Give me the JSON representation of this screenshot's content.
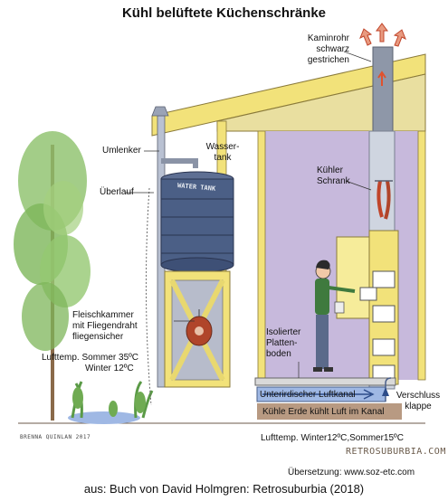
{
  "title": "Kühl belüftete Küchenschränke",
  "labels": {
    "kaminrohr": [
      "Kaminrohr",
      "schwarz",
      "gestrichen"
    ],
    "umlenker": "Umlenker",
    "wassertank": [
      "Wasser-",
      "tank"
    ],
    "ueberlauf": "Überlauf",
    "kuehler_schrank": [
      "Kühler",
      "Schrank"
    ],
    "fleischkammer": [
      "Fleischkammer",
      "mit Fliegendraht",
      "fliegensicher"
    ],
    "isolierter_boden": [
      "Isolierter",
      "Platten-",
      "boden"
    ],
    "lufttemp_oben": [
      "Lufttemp. Sommer 35ºC",
      "Winter 12ºC"
    ],
    "kanal": "Unterirdischer Luftkanal",
    "verschlussklappe": [
      "Verschluss",
      "klappe"
    ],
    "erde": "Kühle Erde kühlt Luft im Kanal",
    "lufttemp_unten": "Lufttemp. Winter12ºC,Sommer15ºC"
  },
  "tank_text": "WATER TANK",
  "artist_signature": "BRENNA QUINLAN 2017",
  "watermark": "RETROSUBURBIA.COM",
  "translation_credit": "Übersetzung: www.soz-etc.com",
  "caption": "aus: Buch von David Holmgren: Retrosuburbia (2018)",
  "colors": {
    "wall_violet": "#c7b9dc",
    "frame_yellow": "#f2e27a",
    "tank_blue": "#4b5f86",
    "chimney_gray": "#cfd5e0",
    "arrow_red": "#e0522d",
    "duct_blue": "#9fb8e4",
    "earth_brown": "#b89a82",
    "leaf_green": "#7db65a",
    "shirt_green": "#3f7a3e"
  }
}
